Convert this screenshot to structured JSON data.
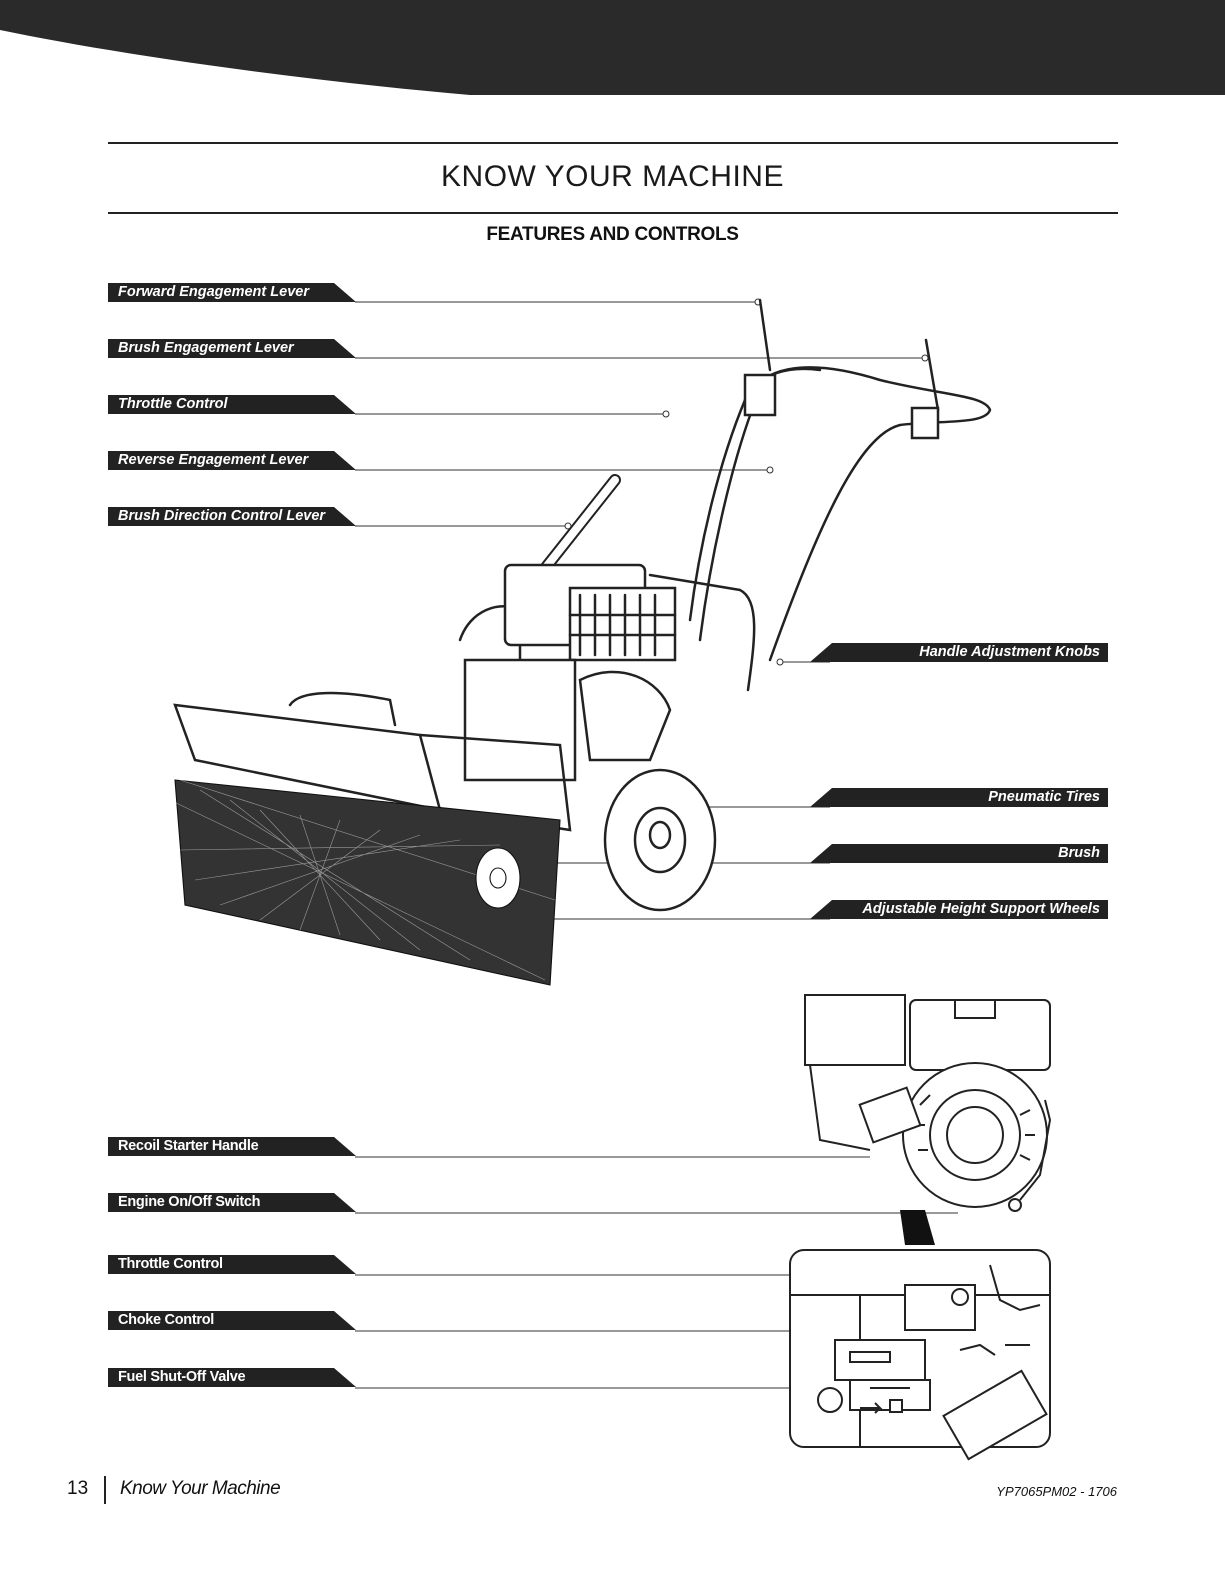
{
  "header": {
    "title": "KNOW YOUR MACHINE",
    "subtitle": "FEATURES AND CONTROLS"
  },
  "machine_labels": {
    "forward_engagement_lever": "Forward Engagement Lever",
    "brush_engagement_lever": "Brush Engagement Lever",
    "throttle_control": "Throttle Control",
    "reverse_engagement_lever": "Reverse Engagement Lever",
    "brush_direction_control_lever": "Brush Direction Control Lever",
    "handle_adjustment_knobs": "Handle Adjustment Knobs",
    "pneumatic_tires": "Pneumatic Tires",
    "brush": "Brush",
    "adjustable_height_support_wheels": "Adjustable Height Support Wheels"
  },
  "engine_labels": {
    "recoil_starter_handle": "Recoil Starter Handle",
    "engine_on_off_switch": "Engine On/Off Switch",
    "throttle_control": "Throttle Control",
    "choke_control": "Choke Control",
    "fuel_shut_off_valve": "Fuel Shut-Off Valve"
  },
  "footer": {
    "page_number": "13",
    "section_name": "Know Your Machine",
    "document_code": "YP7065PM02 - 1706"
  },
  "colors": {
    "band": "#2a2a2a",
    "label_bg": "#222222",
    "line": "#333333"
  }
}
